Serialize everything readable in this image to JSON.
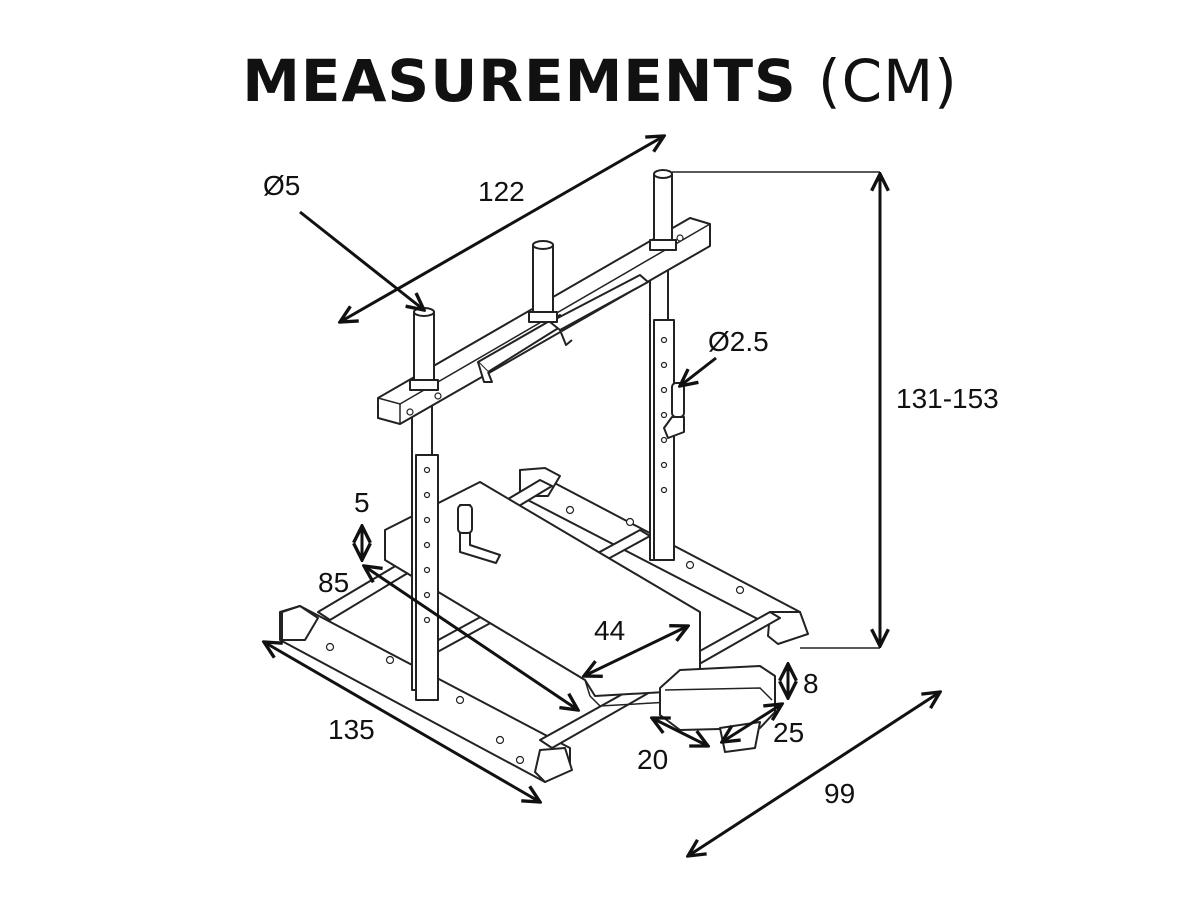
{
  "title": {
    "main": "MEASUREMENTS",
    "unit": "(CM)"
  },
  "dimensions": {
    "top_width": "122",
    "top_post_diameter": "Ø5",
    "handle_diameter": "Ø2.5",
    "height": "131-153",
    "pad_thickness": "5",
    "pad_length": "85",
    "pad_width": "44",
    "roller_height": "8",
    "roller_length": "25",
    "roller_width": "20",
    "base_length": "135",
    "base_width": "99"
  }
}
